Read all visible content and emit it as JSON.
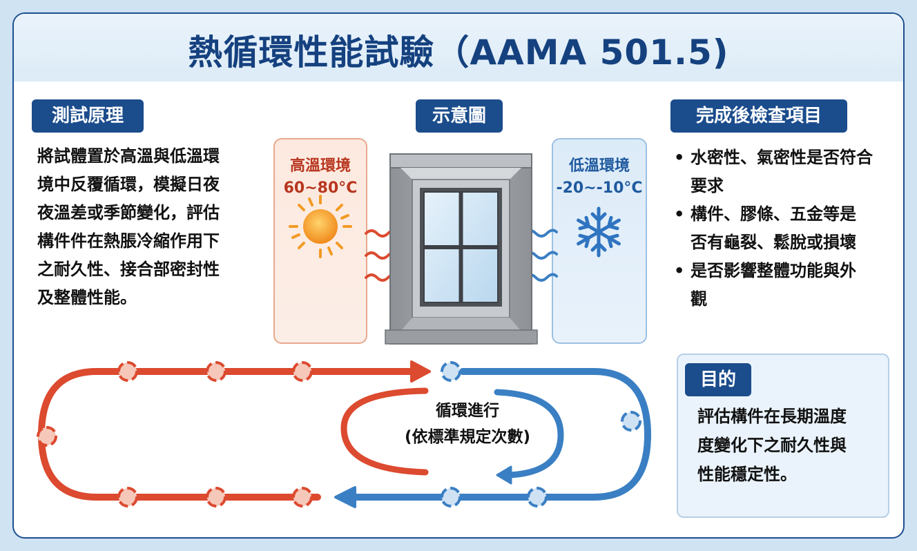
{
  "title": "熱循環性能試驗（AAMA 501.5)",
  "principle": {
    "heading": "測試原理",
    "lines": [
      "將試體置於高溫與低溫環",
      "境中反覆循環，模擬日夜",
      "夜溫差或季節變化，評估",
      "構件件在熱脹冷縮作用下",
      "之耐久性、接合部密封性",
      "及整體性能。"
    ]
  },
  "diagram": {
    "heading": "示意圖",
    "hot": {
      "label": "高溫環境",
      "temp": "60~80°C"
    },
    "cold": {
      "label": "低溫環境",
      "temp": "-20~-10°C"
    },
    "icons": [
      "sun-icon",
      "snowflake-icon",
      "heat-wave-icon",
      "cold-wave-icon",
      "window-icon",
      "cycle-arrow-icon"
    ]
  },
  "checks": {
    "heading": "完成後檢查項目",
    "bullet": "•",
    "items": [
      {
        "l1": "水密性、氣密性是否符合",
        "l2": "要求"
      },
      {
        "l1": "構件、膠條、五金等是",
        "l2": "否有龜裂、鬆脫或損壞"
      },
      {
        "l1": "是否影響整體功能與外",
        "l2": "觀"
      }
    ]
  },
  "purpose": {
    "heading": "目的",
    "lines": [
      "評估構件在長期溫度",
      "度變化下之耐久性與",
      "性能穩定性。"
    ]
  },
  "cycle": {
    "line1": "循環進行",
    "line2": "(依標準規定次數)"
  },
  "colors": {
    "navy": "#1b4c8c",
    "title": "#15417f",
    "hot": "#dc4a2f",
    "cold": "#3a7fc3",
    "header_bg": "#e3eff9"
  }
}
